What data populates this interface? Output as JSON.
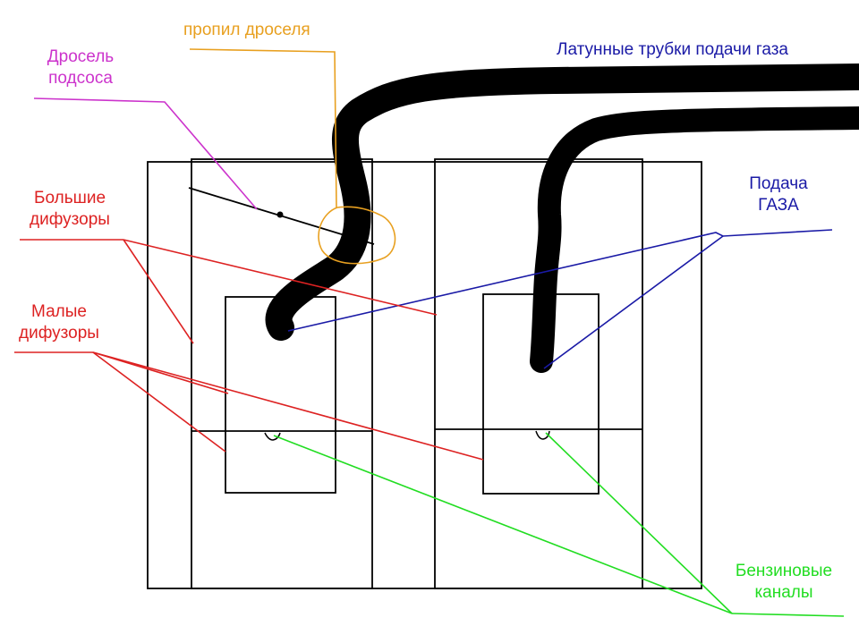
{
  "labels": {
    "choke": {
      "line1": "Дросель",
      "line2": "подсоса",
      "color": "#cc33cc"
    },
    "choke_cut": {
      "text": "пропил дроселя",
      "color": "#e8a020"
    },
    "brass_tubes": {
      "text": "Латунные трубки подачи газа",
      "color": "#1a1aa6"
    },
    "gas_feed": {
      "line1": "Подача",
      "line2": "ГАЗА",
      "color": "#1a1aa6"
    },
    "big_diffusers": {
      "line1": "Большие",
      "line2": "дифузоры",
      "color": "#dd2222"
    },
    "small_diffusers": {
      "line1": "Малые",
      "line2": "дифузоры",
      "color": "#dd2222"
    },
    "fuel_channels": {
      "line1": "Бензиновые",
      "line2": "каналы",
      "color": "#22dd22"
    }
  },
  "colors": {
    "outline": "#000000",
    "tube": "#000000",
    "background": "#ffffff"
  }
}
